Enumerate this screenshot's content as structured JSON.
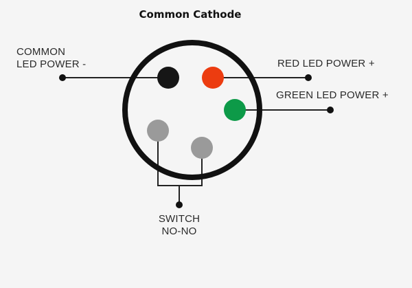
{
  "title": "Common Cathode",
  "labels": {
    "common_line1": "COMMON",
    "common_line2": "LED POWER -",
    "red": "RED LED POWER +",
    "green": "GREEN LED POWER +",
    "switch_line1": "SWITCH",
    "switch_line2": "NO-NO"
  },
  "colors": {
    "background": "#f5f5f5",
    "outline": "#111111",
    "pin_common": "#161616",
    "pin_red": "#ec3c10",
    "pin_green": "#0d9a48",
    "pin_switch": "#9a9a9a"
  },
  "pins": [
    {
      "name": "common-led-power-negative",
      "color_key": "pin_common"
    },
    {
      "name": "red-led-power-positive",
      "color_key": "pin_red"
    },
    {
      "name": "green-led-power-positive",
      "color_key": "pin_green"
    },
    {
      "name": "switch-no-1",
      "color_key": "pin_switch"
    },
    {
      "name": "switch-no-2",
      "color_key": "pin_switch"
    }
  ]
}
